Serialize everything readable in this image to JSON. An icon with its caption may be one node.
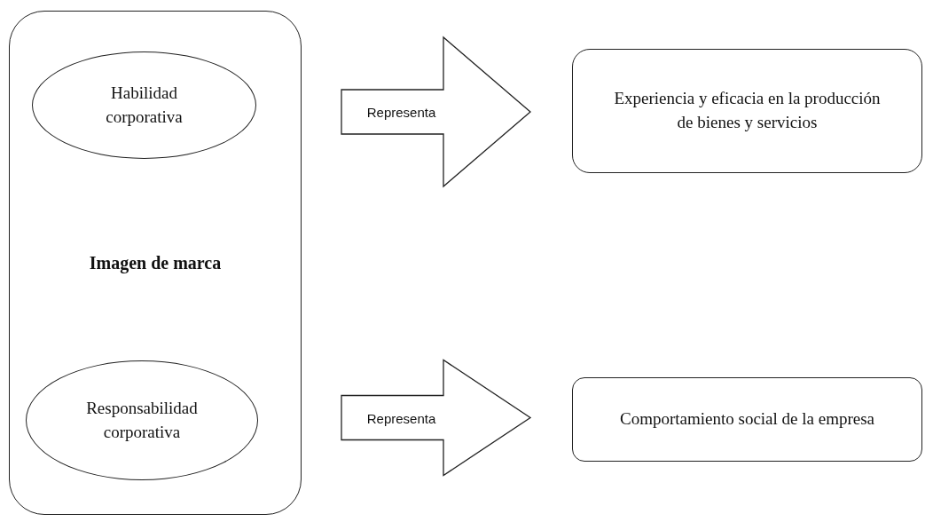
{
  "diagram": {
    "nodes": [
      {
        "text": [
          "Imagen de marca"
        ]
      },
      {
        "text": [
          "Habilidad corporativa"
        ],
        "in": 0
      },
      {
        "text": [
          "Responsabilidad corporativa"
        ],
        "in": 0
      },
      {
        "text": [
          "Experiencia y eficacia en la producción de bienes y servicios"
        ]
      },
      {
        "text": [
          "Comportamiento social de la empresa"
        ]
      }
    ],
    "edges": [
      {
        "from": 1,
        "to": 3,
        "arrow": "to",
        "label": "Representa"
      },
      {
        "from": 2,
        "to": 4,
        "arrow": "to",
        "label": "Representa"
      }
    ]
  }
}
